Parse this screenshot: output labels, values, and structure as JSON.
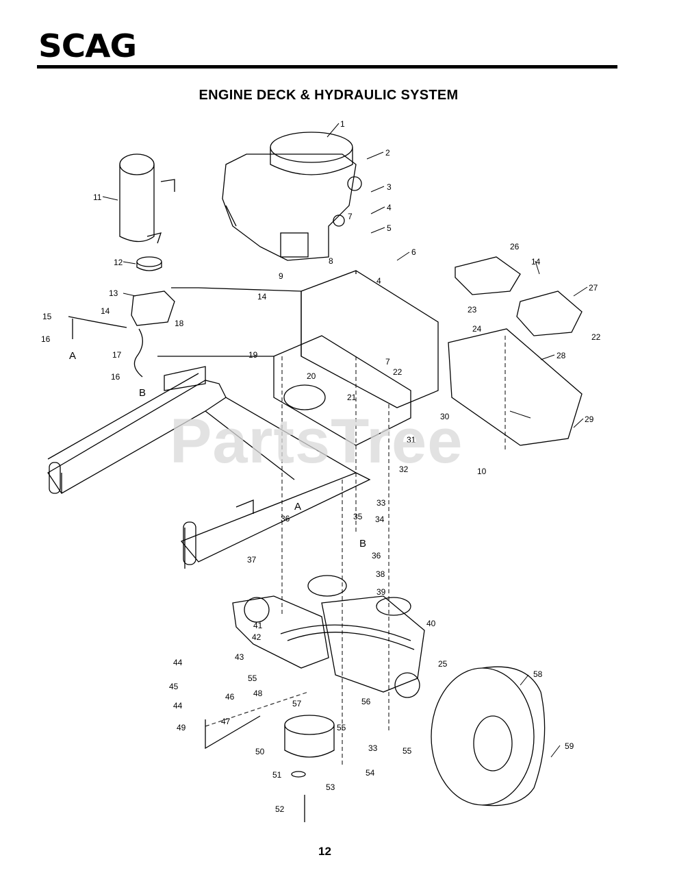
{
  "brand": "SCAG",
  "title": "ENGINE DECK & HYDRAULIC SYSTEM",
  "page_number": "12",
  "watermark": "PartsTree",
  "connector_letters": [
    "A",
    "B",
    "A",
    "B"
  ],
  "callouts": [
    "1",
    "2",
    "3",
    "4",
    "4",
    "5",
    "6",
    "7",
    "7",
    "8",
    "9",
    "10",
    "11",
    "12",
    "13",
    "14",
    "14",
    "14",
    "15",
    "16",
    "16",
    "17",
    "18",
    "19",
    "20",
    "21",
    "22",
    "22",
    "23",
    "24",
    "25",
    "26",
    "27",
    "28",
    "29",
    "30",
    "31",
    "32",
    "33",
    "33",
    "34",
    "35",
    "36",
    "36",
    "37",
    "38",
    "39",
    "40",
    "41",
    "42",
    "43",
    "44",
    "44",
    "45",
    "46",
    "47",
    "48",
    "49",
    "50",
    "51",
    "52",
    "53",
    "54",
    "55",
    "55",
    "55",
    "56",
    "57",
    "58",
    "59"
  ]
}
